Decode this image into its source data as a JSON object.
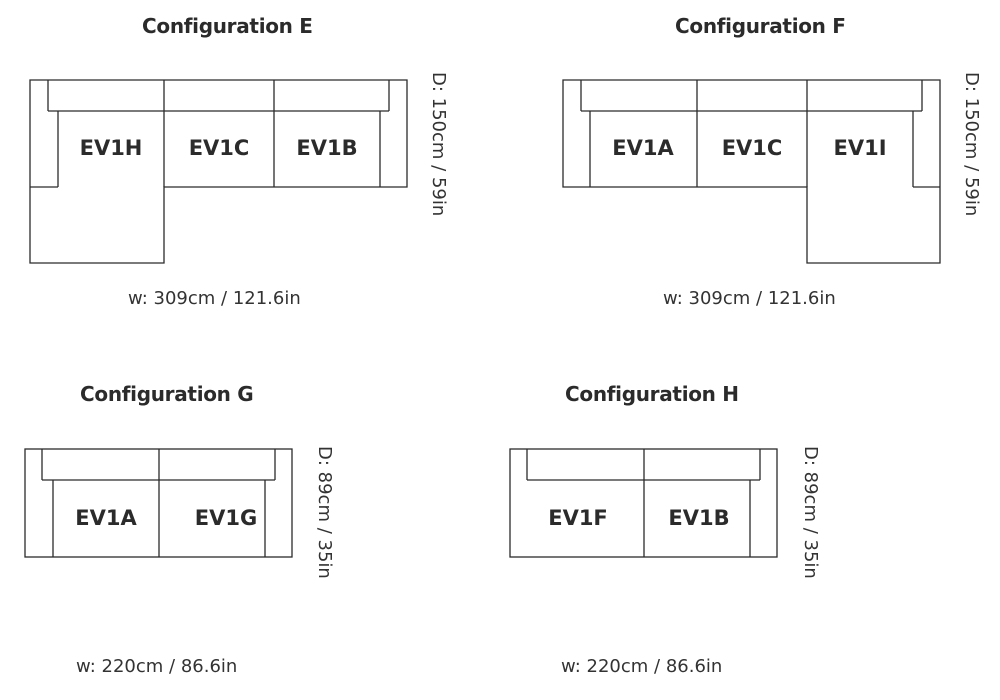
{
  "configs": [
    {
      "title": "Configuration E",
      "modules": [
        "EV1H",
        "EV1C",
        "EV1B"
      ],
      "width": "w: 309cm / 121.6in",
      "depth": "D: 150cm / 59in"
    },
    {
      "title": "Configuration F",
      "modules": [
        "EV1A",
        "EV1C",
        "EV1I"
      ],
      "width": "w: 309cm / 121.6in",
      "depth": "D: 150cm / 59in"
    },
    {
      "title": "Configuration G",
      "modules": [
        "EV1A",
        "EV1G"
      ],
      "width": "w: 220cm / 86.6in",
      "depth": "D: 89cm / 35in"
    },
    {
      "title": "Configuration H",
      "modules": [
        "EV1F",
        "EV1B"
      ],
      "width": "w: 220cm / 86.6in",
      "depth": "D: 89cm / 35in"
    }
  ]
}
